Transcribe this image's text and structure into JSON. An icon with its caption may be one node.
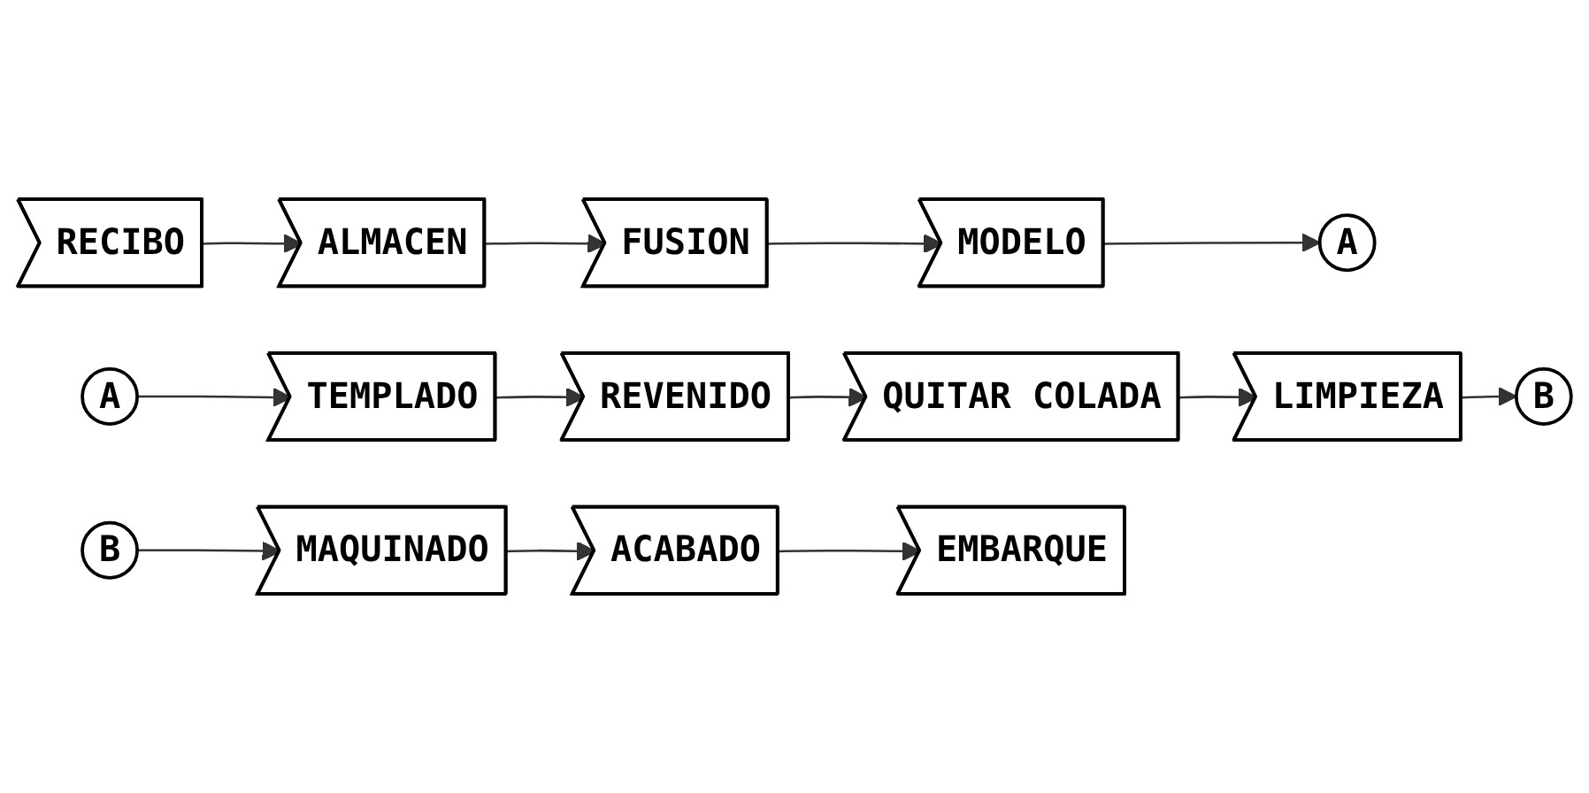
{
  "diagram": {
    "nodes": [
      {
        "text": [
          "RECIBO"
        ]
      },
      {
        "text": [
          "ALMACEN"
        ]
      },
      {
        "text": [
          "FUSION"
        ]
      },
      {
        "text": [
          "MODELO"
        ]
      },
      {
        "text": [
          "A"
        ]
      },
      {
        "text": [
          "A"
        ]
      },
      {
        "text": [
          "TEMPLADO"
        ]
      },
      {
        "text": [
          "REVENIDO"
        ]
      },
      {
        "text": [
          "QUITAR COLADA"
        ]
      },
      {
        "text": [
          "LIMPIEZA"
        ]
      },
      {
        "text": [
          "B"
        ]
      },
      {
        "text": [
          "B"
        ]
      },
      {
        "text": [
          "MAQUINADO"
        ]
      },
      {
        "text": [
          "ACABADO"
        ]
      },
      {
        "text": [
          "EMBARQUE"
        ]
      }
    ],
    "edges": [
      {
        "from": 0,
        "to": 1,
        "arrow": "to"
      },
      {
        "from": 1,
        "to": 2,
        "arrow": "to"
      },
      {
        "from": 2,
        "to": 3,
        "arrow": "to"
      },
      {
        "from": 3,
        "to": 4,
        "arrow": "to"
      },
      {
        "from": 5,
        "to": 6,
        "arrow": "to"
      },
      {
        "from": 6,
        "to": 7,
        "arrow": "to"
      },
      {
        "from": 7,
        "to": 8,
        "arrow": "to"
      },
      {
        "from": 8,
        "to": 9,
        "arrow": "to"
      },
      {
        "from": 9,
        "to": 10,
        "arrow": "to"
      },
      {
        "from": 11,
        "to": 12,
        "arrow": "to"
      },
      {
        "from": 12,
        "to": 13,
        "arrow": "to"
      },
      {
        "from": 13,
        "to": 14,
        "arrow": "to"
      }
    ]
  }
}
